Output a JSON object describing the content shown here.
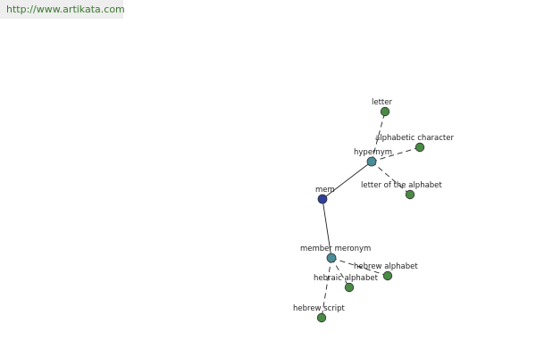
{
  "header": {
    "url": "http://www.artikata.com"
  },
  "graph": {
    "nodes": [
      {
        "id": "mem",
        "label": "mem",
        "kind": "root"
      },
      {
        "id": "hypernym",
        "label": "hypernym",
        "kind": "relation"
      },
      {
        "id": "member_meronym",
        "label": "member meronym",
        "kind": "relation"
      },
      {
        "id": "letter",
        "label": "letter",
        "kind": "term"
      },
      {
        "id": "alphabetic_character",
        "label": "alphabetic character",
        "kind": "term"
      },
      {
        "id": "letter_of_the_alphabet",
        "label": "letter of the alphabet",
        "kind": "term"
      },
      {
        "id": "hebrew_alphabet",
        "label": "hebrew alphabet",
        "kind": "term"
      },
      {
        "id": "hebraic_alphabet",
        "label": "hebraic alphabet",
        "kind": "term"
      },
      {
        "id": "hebrew_script",
        "label": "hebrew script",
        "kind": "term"
      }
    ],
    "edges": [
      {
        "from": "mem",
        "to": "hypernym",
        "style": "solid"
      },
      {
        "from": "mem",
        "to": "member_meronym",
        "style": "solid"
      },
      {
        "from": "hypernym",
        "to": "letter",
        "style": "dashed"
      },
      {
        "from": "hypernym",
        "to": "alphabetic_character",
        "style": "dashed"
      },
      {
        "from": "hypernym",
        "to": "letter_of_the_alphabet",
        "style": "dashed"
      },
      {
        "from": "member_meronym",
        "to": "hebrew_alphabet",
        "style": "dashed"
      },
      {
        "from": "member_meronym",
        "to": "hebraic_alphabet",
        "style": "dashed"
      },
      {
        "from": "member_meronym",
        "to": "hebrew_script",
        "style": "dashed"
      }
    ]
  },
  "colors": {
    "root": "#2f3f9e",
    "relation": "#4a8c98",
    "term": "#4a8a45",
    "node_outline": "#333333",
    "edge": "#222222",
    "url_text": "#3a7a2e",
    "url_background": "#eeeeee"
  }
}
